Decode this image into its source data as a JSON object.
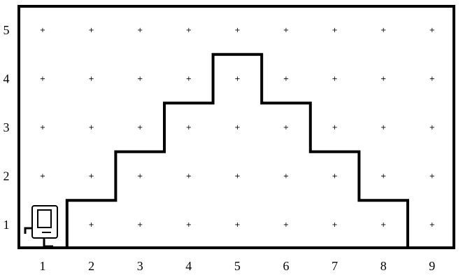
{
  "world": {
    "columns": 9,
    "rows": 5,
    "column_labels": [
      "1",
      "2",
      "3",
      "4",
      "5",
      "6",
      "7",
      "8",
      "9"
    ],
    "row_labels": [
      "1",
      "2",
      "3",
      "4",
      "5"
    ],
    "corner_marker": "+",
    "wall_color": "#000000",
    "background": "#ffffff"
  },
  "mountain": {
    "description_icon": "staircase-wall",
    "peak_column": 5,
    "heights_by_column": [
      0,
      1,
      2,
      3,
      4,
      3,
      2,
      1,
      0
    ]
  },
  "robot": {
    "icon": "karel-robot-icon",
    "avenue": 1,
    "street": 1,
    "facing": "east"
  }
}
